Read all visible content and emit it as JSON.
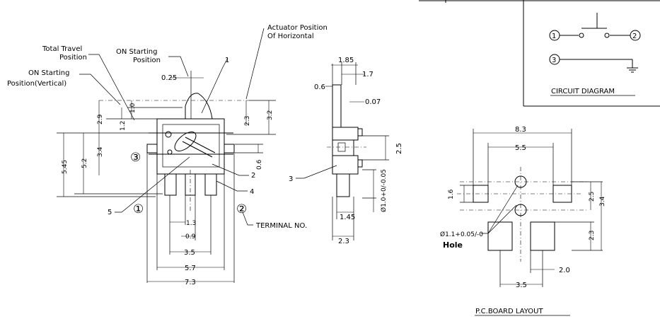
{
  "labels": {
    "actuator": [
      "Actuator Position",
      "Of Horizontal"
    ],
    "total_travel": [
      "Total Travel",
      "Position"
    ],
    "on_starting": [
      "ON Starting",
      "Position"
    ],
    "on_starting_vertical": [
      "ON Starting",
      "Position(Vertical)"
    ],
    "terminal_no": "TERMINAL NO.",
    "hole": "Hole",
    "circuit_title": "CIRCUIT DIAGRAM",
    "pcb_title": "P.C.BOARD LAYOUT"
  },
  "front_dims": {
    "d025": "0.25",
    "d10": "1.0",
    "d12": "1.2",
    "d29": "2.9",
    "d34": "3.4",
    "d52": "5.2",
    "d545": "5.45",
    "d23": "2.3",
    "d32": "3.2",
    "d06": "0.6",
    "d13": "1.3",
    "d09": "0.9",
    "d35": "3.5",
    "d57": "5.7",
    "d73": "7.3"
  },
  "callouts": [
    "1",
    "2",
    "3",
    "4",
    "5"
  ],
  "terminals": [
    "①",
    "②",
    "③"
  ],
  "side_dims": {
    "d185": "1.85",
    "d17": "1.7",
    "d06": "0.6",
    "d007": "0.07",
    "d25": "2.5",
    "d10hole": "Ø1.0+0/-0.05",
    "d145": "1.45",
    "d23": "2.3",
    "callout3": "3"
  },
  "pcb_dims": {
    "d83": "8.3",
    "d55": "5.5",
    "d16": "1.6",
    "d25": "2.5",
    "d34": "3.4",
    "d23": "2.3",
    "d20": "2.0",
    "d35": "3.5",
    "hole_dia": "Ø1.1+0.05/-0"
  },
  "circuit": {
    "n1": "1",
    "n2": "2",
    "n3": "3"
  }
}
